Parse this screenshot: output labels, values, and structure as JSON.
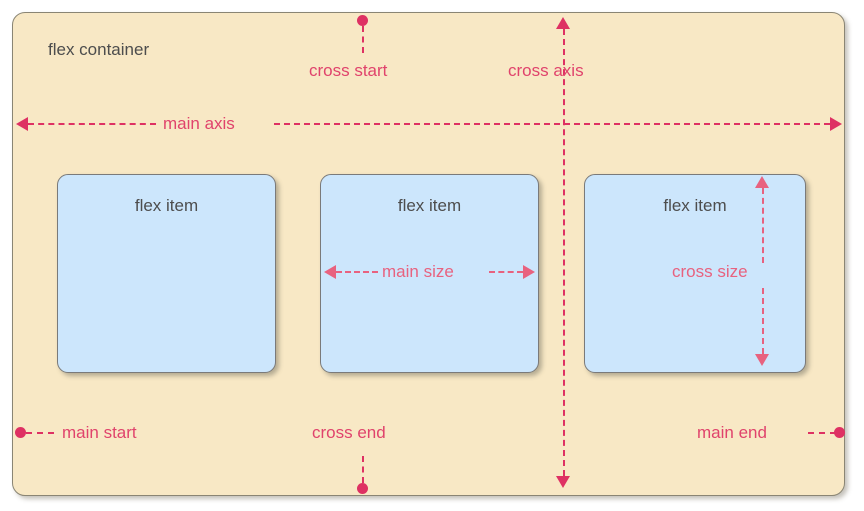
{
  "diagram": {
    "title": "flex container",
    "container": {
      "label": "flex container",
      "bg_color": "#f8e8c5",
      "border_color": "#8a8574"
    },
    "items": [
      {
        "label": "flex item",
        "bg_color": "#cce6fc",
        "border_color": "#7a7a7a"
      },
      {
        "label": "flex item",
        "bg_color": "#cce6fc",
        "border_color": "#7a7a7a"
      },
      {
        "label": "flex item",
        "bg_color": "#cce6fc",
        "border_color": "#7a7a7a"
      }
    ],
    "annotations": {
      "cross_start": "cross start",
      "cross_axis": "cross axis",
      "main_axis": "main axis",
      "main_size": "main size",
      "cross_size": "cross size",
      "main_start": "main start",
      "cross_end": "cross end",
      "main_end": "main end"
    },
    "colors": {
      "accent": "#de3163",
      "accent_soft": "#e8627f",
      "text": "#4d4d4d",
      "container_bg": "#f8e8c5",
      "item_bg": "#cce6fc",
      "page_bg": "#ffffff"
    }
  }
}
